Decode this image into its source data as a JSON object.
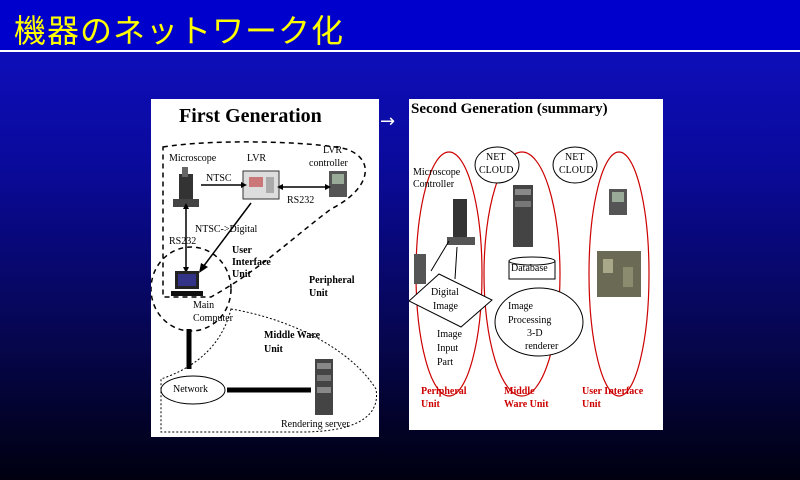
{
  "title": "機器のネットワーク化",
  "first_generation": {
    "heading": "First Generation",
    "labels": {
      "microscope": "Microscope",
      "lvr": "LVR",
      "lvr_controller_1": "LVR",
      "lvr_controller_2": "controller",
      "ntsc": "NTSC",
      "rs232_right": "RS232",
      "ntsc_digital": "NTSC->Digital",
      "rs232_left": "RS232",
      "user_interface_1": "User",
      "user_interface_2": "Interface",
      "user_interface_3": "Unit",
      "peripheral_1": "Peripheral",
      "peripheral_2": "Unit",
      "main_1": "Main",
      "main_2": "Computer",
      "middleware_1": "Middle Ware",
      "middleware_2": "Unit",
      "network": "Network",
      "rendering_server": "Rendering server"
    }
  },
  "second_generation": {
    "heading": "Second Generation (summary)",
    "labels": {
      "net_cloud_1a": "NET",
      "net_cloud_1b": "CLOUD",
      "net_cloud_2a": "NET",
      "net_cloud_2b": "CLOUD",
      "microscope_1": "Microscope",
      "microscope_2": "Controller",
      "database": "Database",
      "digital_1": "Digital",
      "digital_2": "Image",
      "image_input_1": "Image",
      "image_input_2": "Input",
      "image_input_3": "Part",
      "image_proc_1": "Image",
      "image_proc_2": "Processing",
      "image_proc_3": "3-D",
      "image_proc_4": "renderer",
      "peripheral_1": "Peripheral",
      "peripheral_2": "Unit",
      "middleware_1": "Middle",
      "middleware_2": "Ware Unit",
      "user_interface_1": "User Interface",
      "user_interface_2": "Unit"
    }
  },
  "connector_arrow": "→"
}
